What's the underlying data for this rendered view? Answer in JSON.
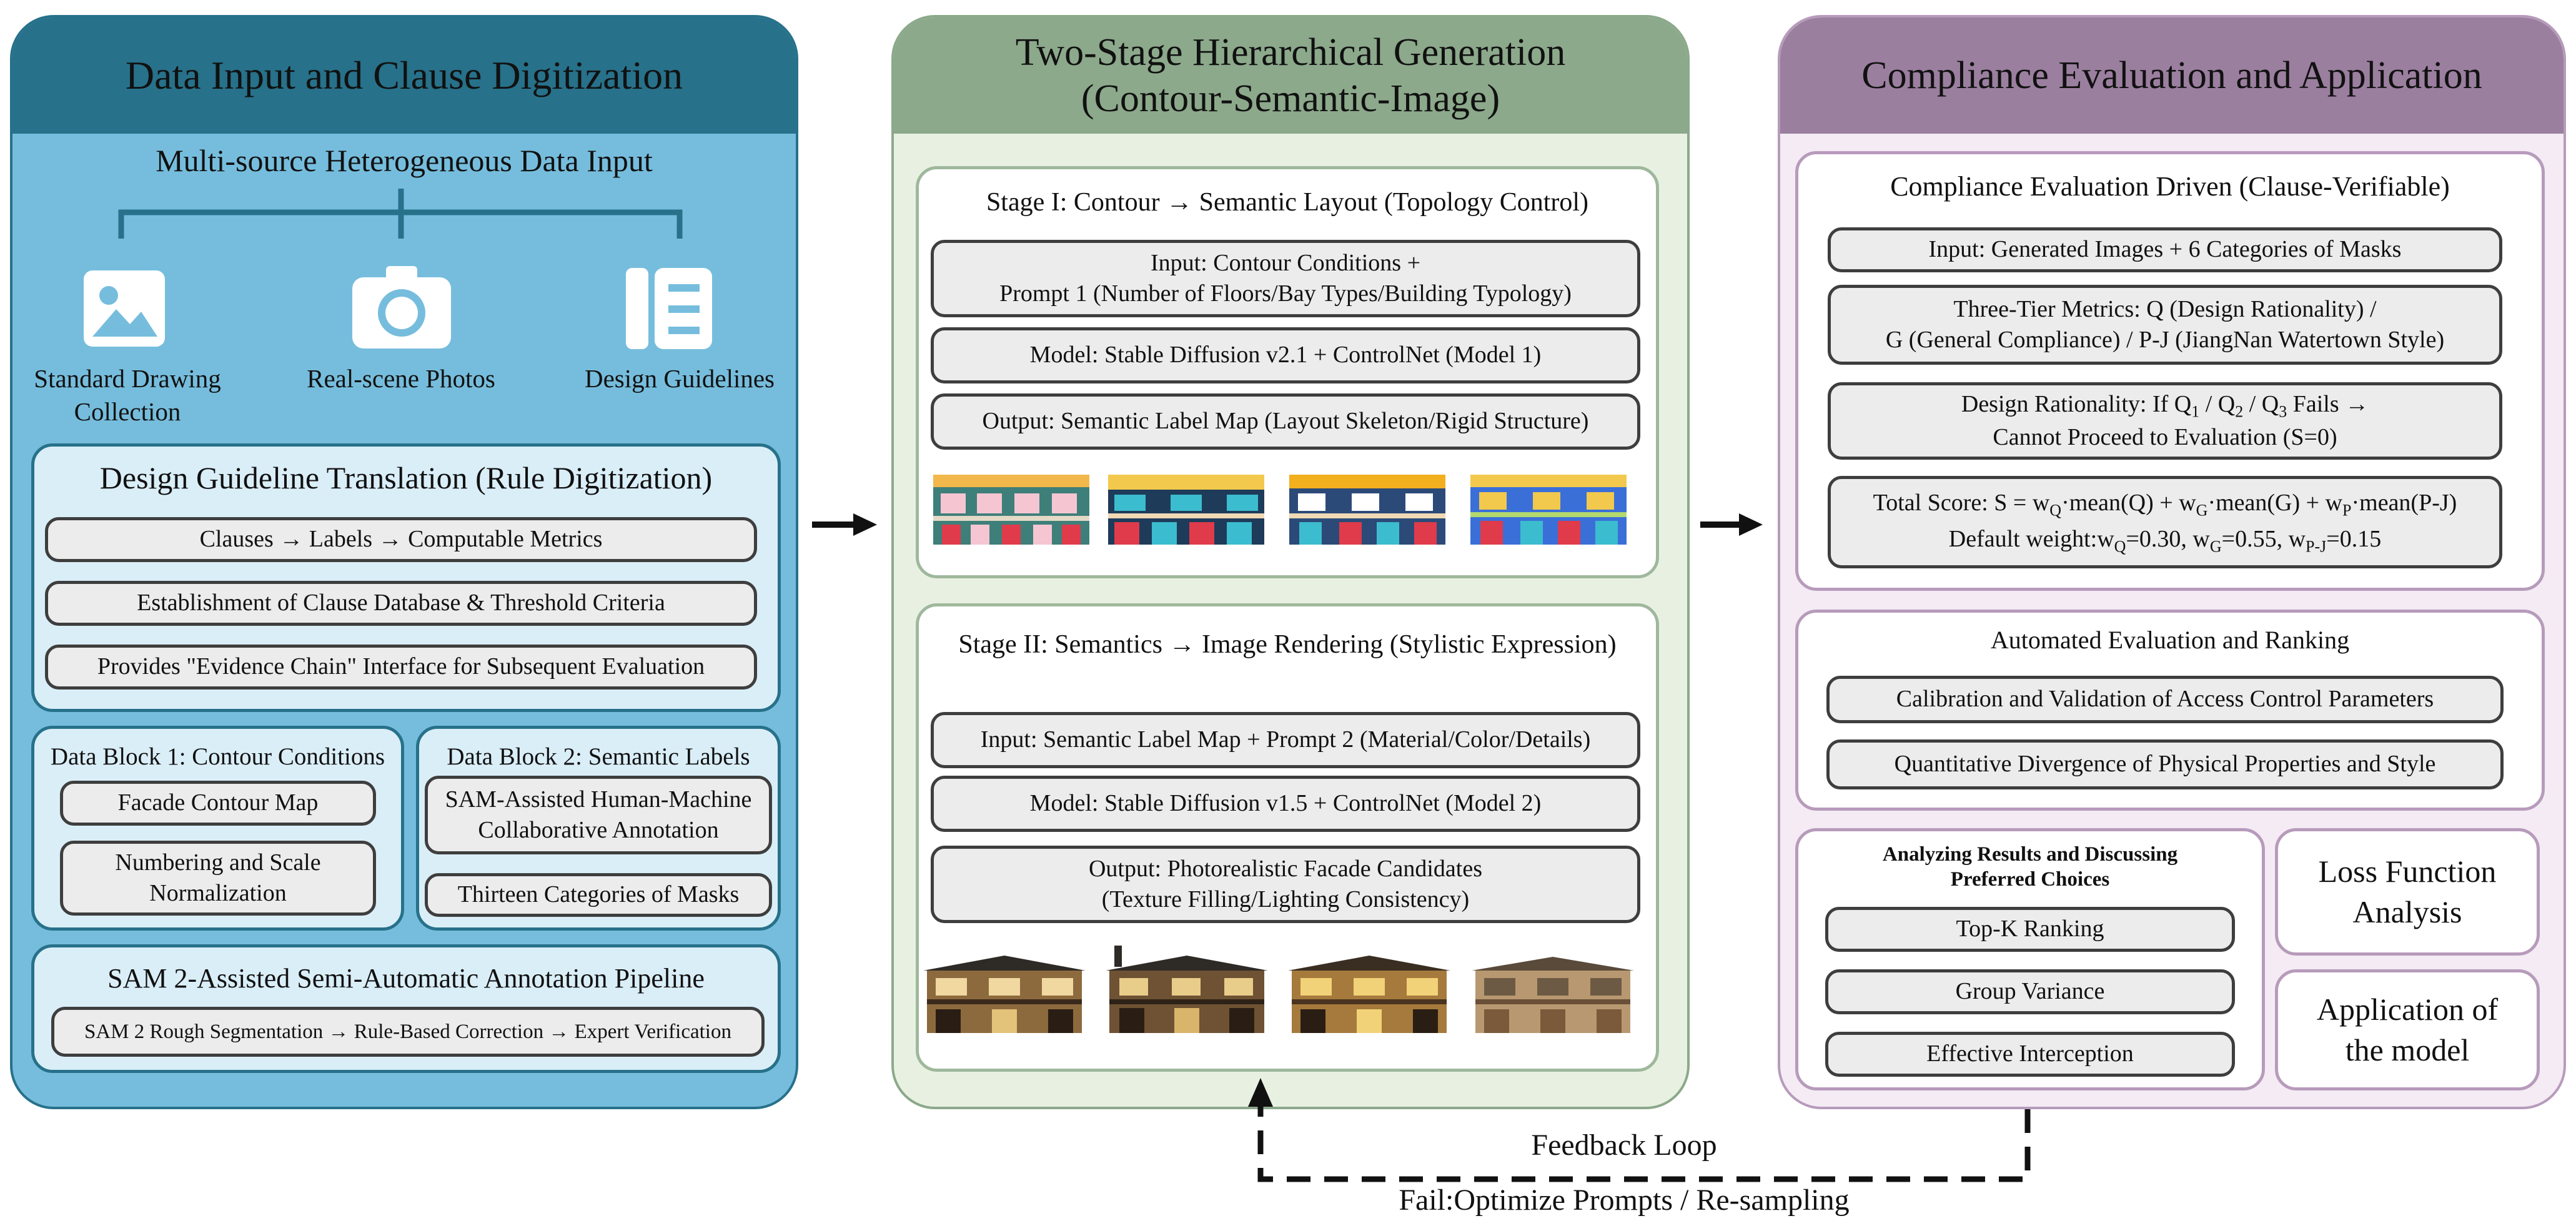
{
  "colors": {
    "left_bg": "#76bddd",
    "left_head": "#27718a",
    "left_card": "#daeef8",
    "left_border": "#27718a",
    "mid_bg": "#e8f1e1",
    "mid_head": "#8ca98b",
    "mid_border": "#8ca98b",
    "right_bg": "#f4ebf4",
    "right_head": "#9b7f9f",
    "right_border": "#b79bbb",
    "box_fill": "#ececec",
    "box_border": "#3e3e3e"
  },
  "left": {
    "title": "Data Input and Clause Digitization",
    "subtitle": "Multi-source Heterogeneous Data Input",
    "icons": [
      {
        "icon": "image-icon",
        "label": "Standard Drawing\nCollection"
      },
      {
        "icon": "camera-icon",
        "label": "Real-scene Photos"
      },
      {
        "icon": "document-icon",
        "label": "Design Guidelines"
      }
    ],
    "translation": {
      "title": "Design Guideline Translation (Rule Digitization)",
      "items": [
        "Clauses → Labels → Computable Metrics",
        "Establishment of Clause Database & Threshold Criteria",
        "Provides \"Evidence Chain\" Interface for Subsequent Evaluation"
      ]
    },
    "block1": {
      "title": "Data Block 1: Contour Conditions",
      "items": [
        "Facade Contour Map",
        "Numbering and Scale\nNormalization"
      ]
    },
    "block2": {
      "title": "Data Block 2: Semantic Labels",
      "items": [
        "SAM-Assisted Human-Machine\nCollaborative Annotation",
        "Thirteen Categories of Masks"
      ]
    },
    "sam": {
      "title": "SAM 2-Assisted Semi-Automatic Annotation Pipeline",
      "item": "SAM 2 Rough Segmentation → Rule-Based Correction → Expert Verification"
    }
  },
  "mid": {
    "title": "Two-Stage Hierarchical Generation\n(Contour-Semantic-Image)",
    "stage1": {
      "title": "Stage I: Contour → Semantic Layout (Topology Control)",
      "items": [
        "Input: Contour Conditions +\nPrompt 1 (Number of Floors/Bay Types/Building Typology)",
        "Model: Stable Diffusion v2.1 + ControlNet (Model 1)",
        "Output: Semantic Label Map (Layout Skeleton/Rigid Structure)"
      ]
    },
    "stage2": {
      "title": "Stage II: Semantics → Image Rendering (Stylistic Expression)",
      "items": [
        "Input: Semantic Label Map + Prompt 2 (Material/Color/Details)",
        "Model: Stable Diffusion v1.5 + ControlNet (Model 2)",
        "Output: Photorealistic Facade Candidates\n(Texture Filling/Lighting Consistency)"
      ]
    }
  },
  "right": {
    "title": "Compliance Evaluation and Application",
    "compliance": {
      "title": "Compliance Evaluation Driven (Clause-Verifiable)",
      "input": "Input: Generated Images + 6 Categories of Masks",
      "metrics": "Three-Tier Metrics: Q (Design Rationality) /\nG (General Compliance) / P-J (JiangNan Watertown Style)",
      "rationality_a": "Design Rationality: If Q",
      "rationality_b": "Cannot Proceed to Evaluation (S=0)",
      "score_a": "Total Score: S = w",
      "score_b": "Default weight:w",
      "w_q": "0.30",
      "w_g": "0.55",
      "w_pj": "0.15"
    },
    "automated": {
      "title": "Automated Evaluation and Ranking",
      "items": [
        "Calibration and Validation of Access Control Parameters",
        "Quantitative Divergence of Physical Properties and Style"
      ]
    },
    "analyzing": {
      "title": "Analyzing Results and Discussing\nPreferred Choices",
      "items": [
        "Top-K Ranking",
        "Group Variance",
        "Effective Interception"
      ]
    },
    "loss": "Loss Function\nAnalysis",
    "application": "Application of\nthe model"
  },
  "feedback": {
    "label": "Feedback Loop",
    "sublabel": "Fail:Optimize Prompts / Re-sampling"
  }
}
